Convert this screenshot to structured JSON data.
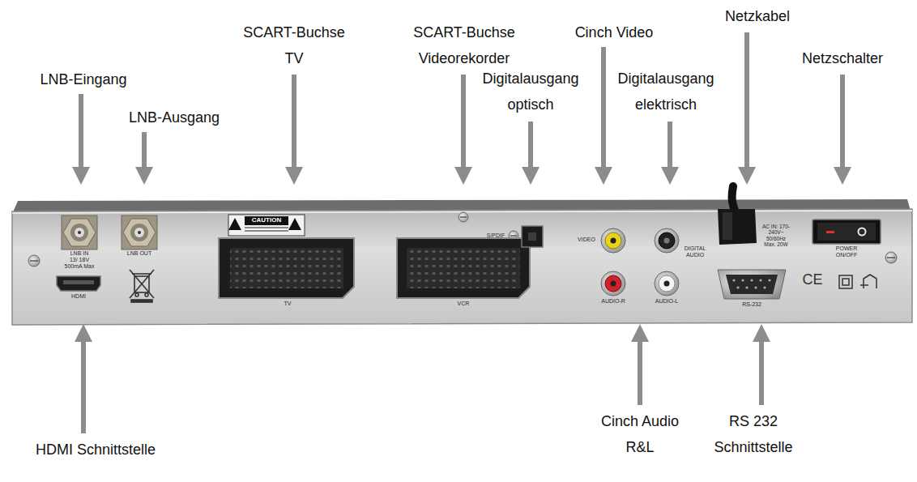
{
  "diagram": {
    "labels": [
      "LNB-Eingang",
      "LNB-Ausgang",
      "SCART-Buchse TV",
      "SCART-Buchse Videorekorder",
      "Digitalausgang optisch",
      "Cinch Video",
      "Digitalausgang elektrisch",
      "Netzkabel",
      "Netzschalter",
      "LNB IN",
      "13/ 18V",
      "500mA Max",
      "LNB OUT",
      "CAUTION",
      "S/PDIF",
      "VIDEO",
      "DIGITAL AUDIO",
      "AC IN: 170-240V~ 50/60Hz Max. 20W",
      "POWER ON/OFF",
      "HDMI",
      "TV",
      "VCR",
      "AUDIO-R",
      "AUDIO-L",
      "RS-232",
      "CE",
      "HDMI Schnittstelle",
      "Cinch Audio R&L",
      "RS 232 Schnittstelle"
    ]
  }
}
